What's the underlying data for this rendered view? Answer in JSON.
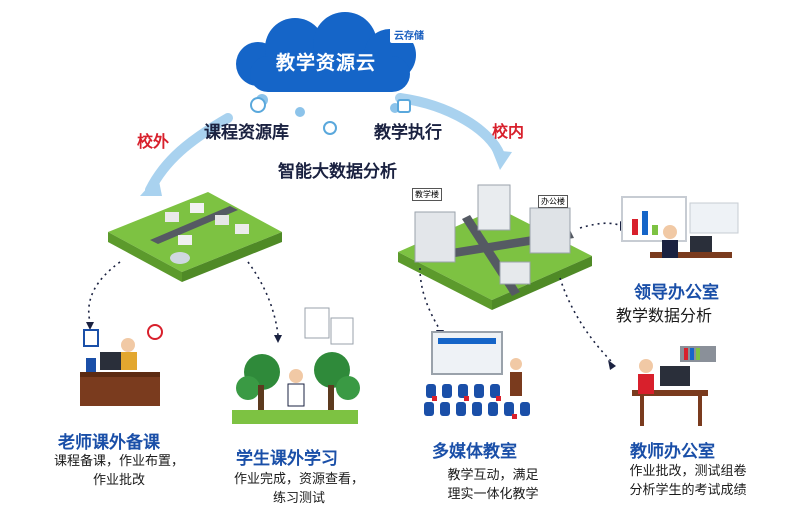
{
  "cloud": {
    "title": "教学资源云",
    "badge": "云存储"
  },
  "left_flow": {
    "label": "课程资源库",
    "tag": "校外"
  },
  "right_flow": {
    "label": "教学执行",
    "tag": "校内"
  },
  "center_label": "智能大数据分析",
  "city_signs": {
    "teaching_building": "教学楼",
    "office_building": "办公楼"
  },
  "nodes": {
    "teacher_prep": {
      "title": "老师课外备课",
      "desc_lines": [
        "课程备课，作业布置，",
        "作业批改"
      ]
    },
    "student_study": {
      "title": "学生课外学习",
      "desc_lines": [
        "作业完成，资源查看，",
        "练习测试"
      ]
    },
    "multimedia": {
      "title": "多媒体教室",
      "desc_lines": [
        "教学互动，满足",
        "理实一体化教学"
      ]
    },
    "leader_office": {
      "title": "领导办公室",
      "subtitle": "教学数据分析"
    },
    "teacher_office": {
      "title": "教师办公室",
      "desc_lines": [
        "作业批改，测试组卷",
        "分析学生的考试成绩"
      ]
    }
  },
  "colors": {
    "cloud": "#1565c8",
    "arrow": "#5aa8dc",
    "accent_red": "#d8202c",
    "grass": "#7dc242",
    "title_text": "#1a2140",
    "blue_text": "#1a4fa8"
  }
}
